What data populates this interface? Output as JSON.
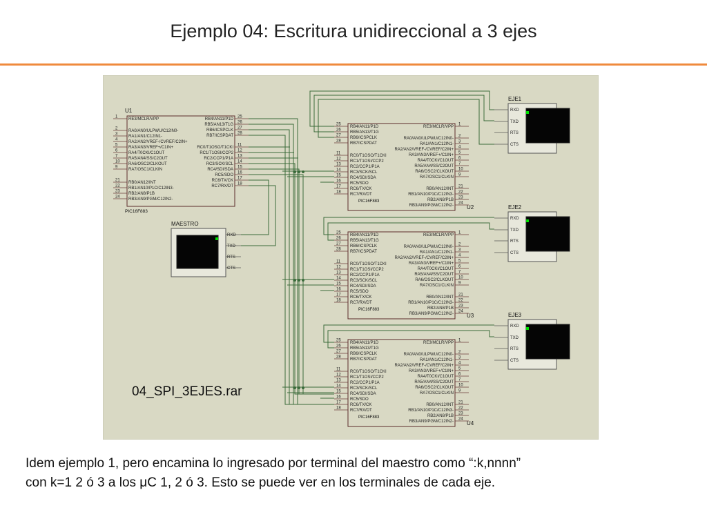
{
  "title": "Ejemplo 04: Escritura unidireccional a 3 ejes",
  "file_label": "04_SPI_3EJES.rar",
  "caption": {
    "line1": "Idem ejemplo 1, pero encamina lo ingresado por terminal del maestro como “:k,nnnn”",
    "line2": "con k=1 2 ó 3 a los μC 1, 2 ó 3. Esto se puede ver en los terminales de cada eje."
  },
  "colors": {
    "accent": "#ef8a3c",
    "schematic_bg": "#d9d9c4",
    "wire": "#3a6a3a",
    "terminal_led": "#00e000"
  },
  "master": {
    "ref": "U1",
    "part": "PIC16F883",
    "left_pins": [
      {
        "num": "1",
        "name": "RE3/MCLR/VPP"
      },
      {
        "num": "2",
        "name": "RA0/AN0/ULPWU/C12IN0-"
      },
      {
        "num": "3",
        "name": "RA1/AN1/C12IN1-"
      },
      {
        "num": "4",
        "name": "RA2/AN2/VREF-/CVREF/C2IN+"
      },
      {
        "num": "5",
        "name": "RA3/AN3/VREF+/C1IN+"
      },
      {
        "num": "6",
        "name": "RA4/T0CKI/C1OUT"
      },
      {
        "num": "7",
        "name": "RA5/AN4/SS/C2OUT"
      },
      {
        "num": "10",
        "name": "RA6/OSC2/CLKOUT"
      },
      {
        "num": "9",
        "name": "RA7/OSC1/CLKIN"
      },
      {
        "num": "21",
        "name": "RB0/AN12/INT"
      },
      {
        "num": "22",
        "name": "RB1/AN10/P1C/C12IN3-"
      },
      {
        "num": "23",
        "name": "RB2/AN8/P1B"
      },
      {
        "num": "24",
        "name": "RB3/AN9/PGM/C12IN2-"
      }
    ],
    "right_pins": [
      {
        "num": "25",
        "name": "RB4/AN11/P1D"
      },
      {
        "num": "26",
        "name": "RB5/AN13/T1G"
      },
      {
        "num": "27",
        "name": "RB6/ICSPCLK"
      },
      {
        "num": "28",
        "name": "RB7/ICSPDAT"
      },
      {
        "num": "11",
        "name": "RC0/T1OSO/T1CKI"
      },
      {
        "num": "12",
        "name": "RC1/T1OSI/CCP2"
      },
      {
        "num": "13",
        "name": "RC2/CCP1/P1A"
      },
      {
        "num": "14",
        "name": "RC3/SCK/SCL"
      },
      {
        "num": "15",
        "name": "RC4/SDI/SDA"
      },
      {
        "num": "16",
        "name": "RC5/SDO"
      },
      {
        "num": "17",
        "name": "RC6/TX/CK"
      },
      {
        "num": "18",
        "name": "RC7/RX/DT"
      }
    ]
  },
  "slave_template": {
    "part": "PIC16F883",
    "left_pins": [
      {
        "num": "25",
        "name": "RB4/AN11/P1D"
      },
      {
        "num": "26",
        "name": "RB5/AN13/T1G"
      },
      {
        "num": "27",
        "name": "RB6/ICSPCLK"
      },
      {
        "num": "28",
        "name": "RB7/ICSPDAT"
      },
      {
        "num": "11",
        "name": "RC0/T1OSO/T1CKI"
      },
      {
        "num": "12",
        "name": "RC1/T1OSI/CCP2"
      },
      {
        "num": "13",
        "name": "RC2/CCP1/P1A"
      },
      {
        "num": "14",
        "name": "RC3/SCK/SCL"
      },
      {
        "num": "15",
        "name": "RC4/SDI/SDA"
      },
      {
        "num": "16",
        "name": "RC5/SDO"
      },
      {
        "num": "17",
        "name": "RC6/TX/CK"
      },
      {
        "num": "18",
        "name": "RC7/RX/DT"
      }
    ],
    "right_pins": [
      {
        "num": "1",
        "name": "RE3/MCLR/VPP"
      },
      {
        "num": "2",
        "name": "RA0/AN0/ULPWU/C12IN0-"
      },
      {
        "num": "3",
        "name": "RA1/AN1/C12IN1-"
      },
      {
        "num": "4",
        "name": "RA2/AN2/VREF-/CVREF/C2IN+"
      },
      {
        "num": "5",
        "name": "RA3/AN3/VREF+/C1IN+"
      },
      {
        "num": "6",
        "name": "RA4/T0CKI/C1OUT"
      },
      {
        "num": "7",
        "name": "RA5/AN4/SS/C2OUT"
      },
      {
        "num": "10",
        "name": "RA6/OSC2/CLKOUT"
      },
      {
        "num": "9",
        "name": "RA7/OSC1/CLKIN"
      },
      {
        "num": "21",
        "name": "RB0/AN12/INT"
      },
      {
        "num": "22",
        "name": "RB1/AN10/P1C/C12IN3-"
      },
      {
        "num": "23",
        "name": "RB2/AN8/P1B"
      },
      {
        "num": "24",
        "name": "RB3/AN9/PGM/C12IN2-"
      }
    ]
  },
  "slaves": [
    {
      "ref": "U2",
      "terminal": "EJE1"
    },
    {
      "ref": "U3",
      "terminal": "EJE2"
    },
    {
      "ref": "U4",
      "terminal": "EJE3"
    }
  ],
  "terminal_pins": [
    "RXD",
    "TXD",
    "RTS",
    "CTS"
  ],
  "master_terminal": "MAESTRO"
}
